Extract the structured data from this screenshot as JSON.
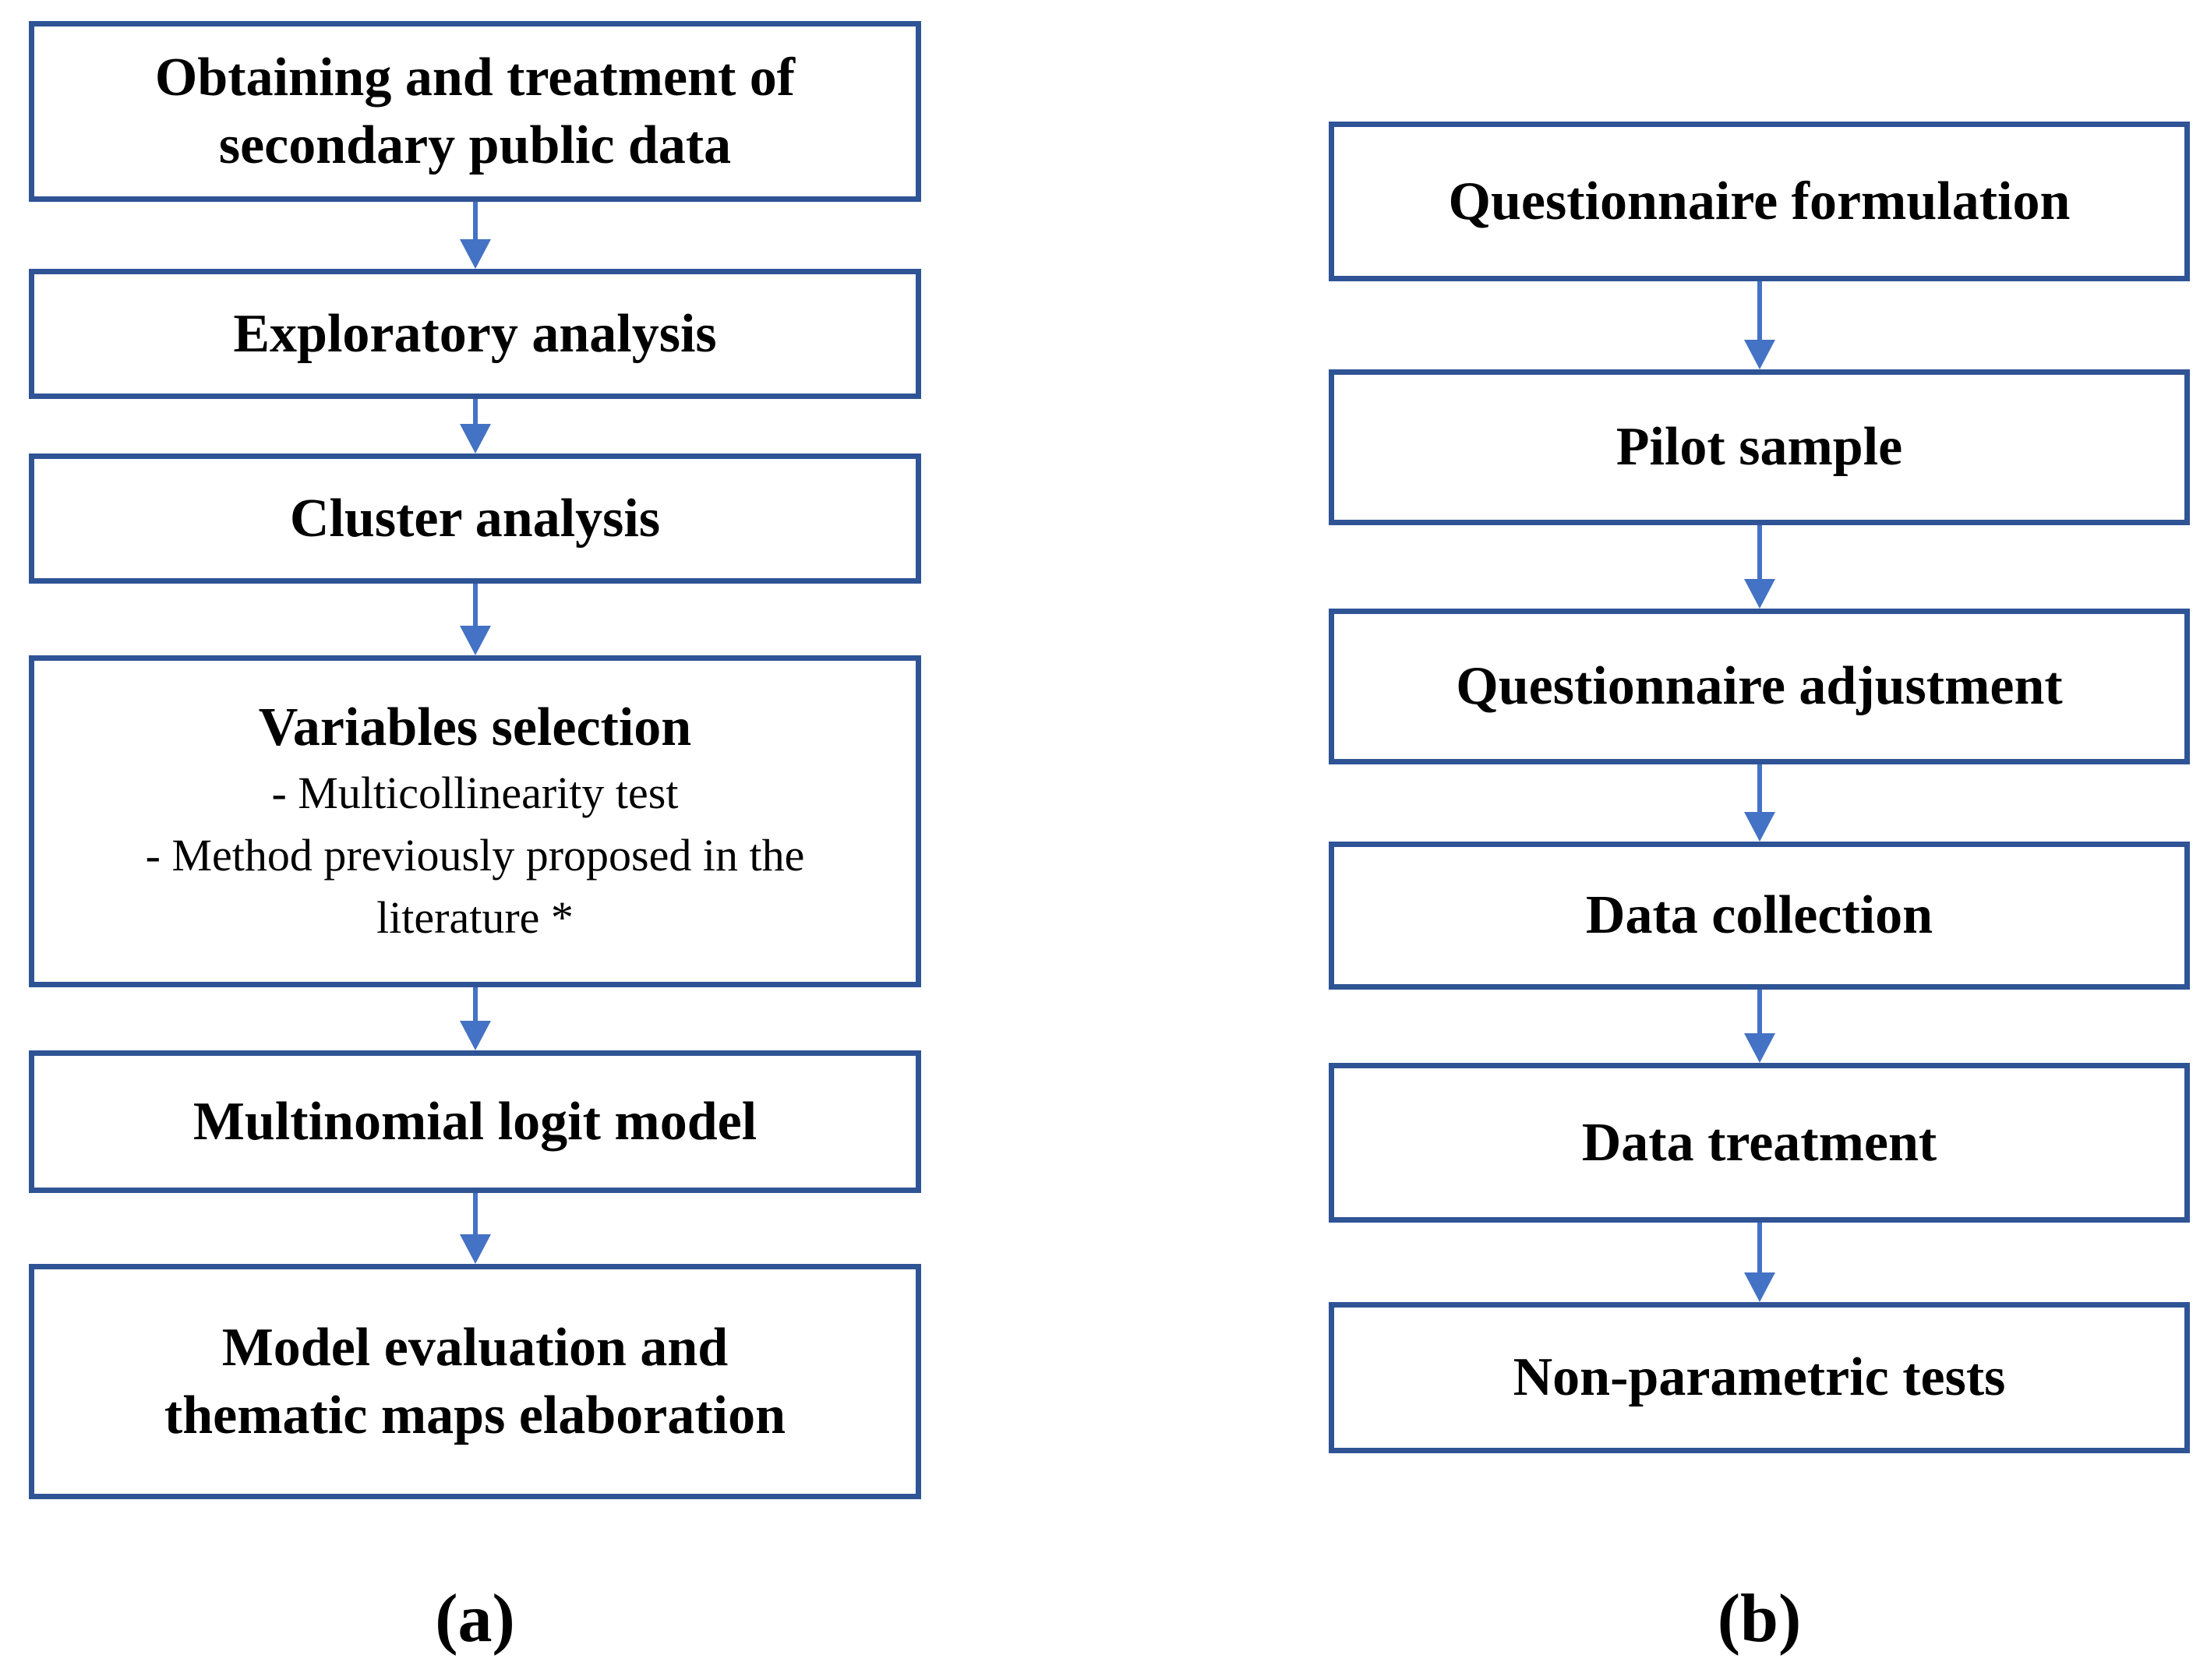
{
  "figure": {
    "colors": {
      "box_border": "#2f5496",
      "arrow": "#4472c4",
      "text": "#000000",
      "background": "#ffffff"
    },
    "panels": [
      {
        "label": "(a)",
        "boxes": [
          {
            "title": "Obtaining and treatment of\nsecondary public data"
          },
          {
            "title": "Exploratory analysis"
          },
          {
            "title": "Cluster analysis"
          },
          {
            "title": "Variables selection",
            "items": [
              "- Multicollinearity test",
              "- Method previously proposed in the\nliterature *"
            ]
          },
          {
            "title": "Multinomial logit model"
          },
          {
            "title": "Model evaluation and\nthematic maps elaboration"
          }
        ]
      },
      {
        "label": "(b)",
        "boxes": [
          {
            "title": "Questionnaire formulation"
          },
          {
            "title": "Pilot sample"
          },
          {
            "title": "Questionnaire adjustment"
          },
          {
            "title": "Data collection"
          },
          {
            "title": "Data treatment"
          },
          {
            "title": "Non-parametric tests"
          }
        ]
      }
    ]
  }
}
